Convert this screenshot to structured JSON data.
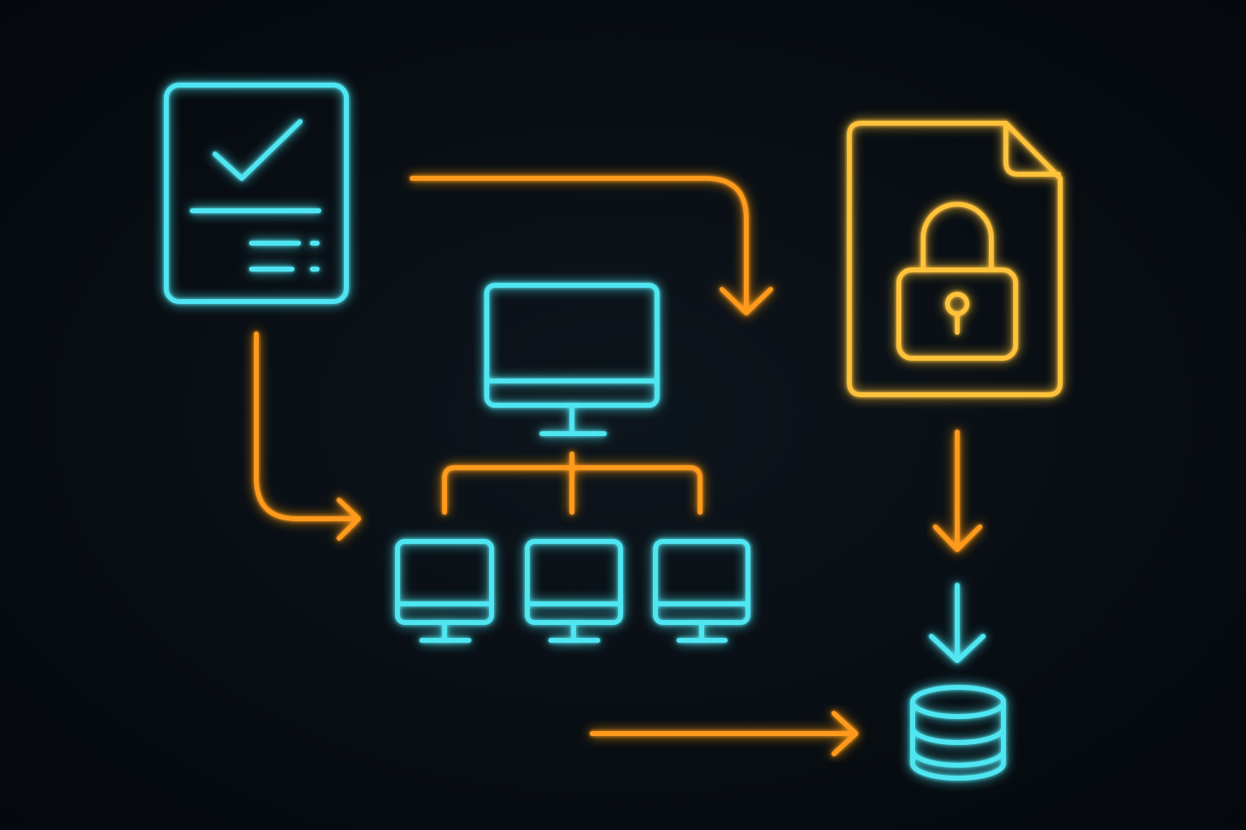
{
  "colors": {
    "background": "#070d13",
    "cyan": "#4fe6f2",
    "orange": "#ff9a1f",
    "amber": "#ffc23a"
  },
  "icons": {
    "checklist_document": "checklist-document-icon",
    "locked_file": "locked-file-icon",
    "server_monitor": "monitor-icon",
    "client_monitors": [
      "monitor-icon",
      "monitor-icon",
      "monitor-icon"
    ],
    "database": "database-icon"
  },
  "connectors": [
    "arrow-checklist-to-locked-file",
    "arrow-checklist-to-network",
    "network-tree-connector",
    "arrow-locked-file-down",
    "arrow-into-database",
    "arrow-to-database"
  ]
}
